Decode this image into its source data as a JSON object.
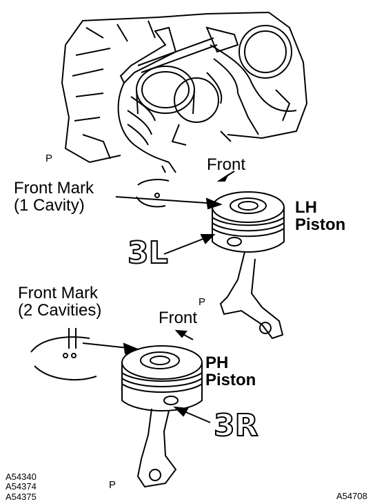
{
  "labels": {
    "p_top": "P",
    "front_top": "Front",
    "front_mark_1_line1": "Front Mark",
    "front_mark_1_line2": "(1 Cavity)",
    "lh_line1": "LH",
    "lh_line2": "Piston",
    "mark_3l": "3L",
    "front_mark_2_line1": "Front Mark",
    "front_mark_2_line2": "(2 Cavities)",
    "front_mid": "Front",
    "p_mid": "P",
    "ph_line1": "PH",
    "ph_line2": "Piston",
    "mark_3r": "3R",
    "p_bottom": "P",
    "codes_left": [
      "A54340",
      "A54374",
      "A54375"
    ],
    "code_right": "A54708"
  },
  "colors": {
    "ink": "#000000",
    "paper": "#ffffff"
  }
}
